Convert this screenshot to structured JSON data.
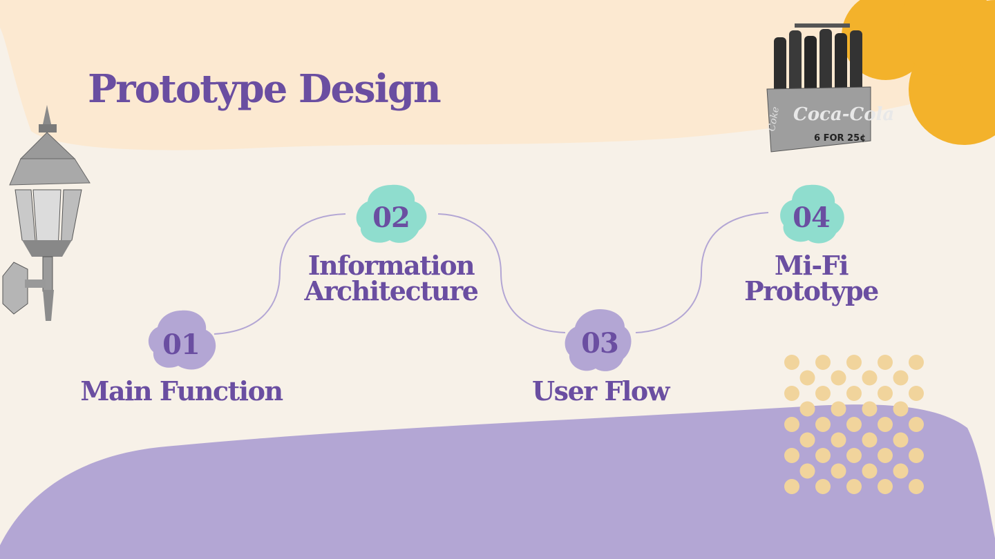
{
  "colors": {
    "background": "#f7f1e8",
    "peach": "#fce9d1",
    "orange": "#f3b22b",
    "lavender": "#b3a6d4",
    "mint": "#8fddce",
    "purple_text": "#6a4ea1",
    "connector": "#b3a6d4",
    "dots": "#f1d49c"
  },
  "title": "Prototype Design",
  "steps": [
    {
      "number": "01",
      "label": "Main Function"
    },
    {
      "number": "02",
      "label_line1": "Information",
      "label_line2": "Architecture"
    },
    {
      "number": "03",
      "label": "User Flow"
    },
    {
      "number": "04",
      "label_line1": "Mi-Fi",
      "label_line2": "Prototype"
    }
  ],
  "images": {
    "lamp": "wall-lantern-photo",
    "bottles": "coca-cola-six-pack-photo",
    "bottles_text": {
      "brand": "Coca-Cola",
      "price": "6 FOR 25¢",
      "side": "Coke"
    }
  }
}
